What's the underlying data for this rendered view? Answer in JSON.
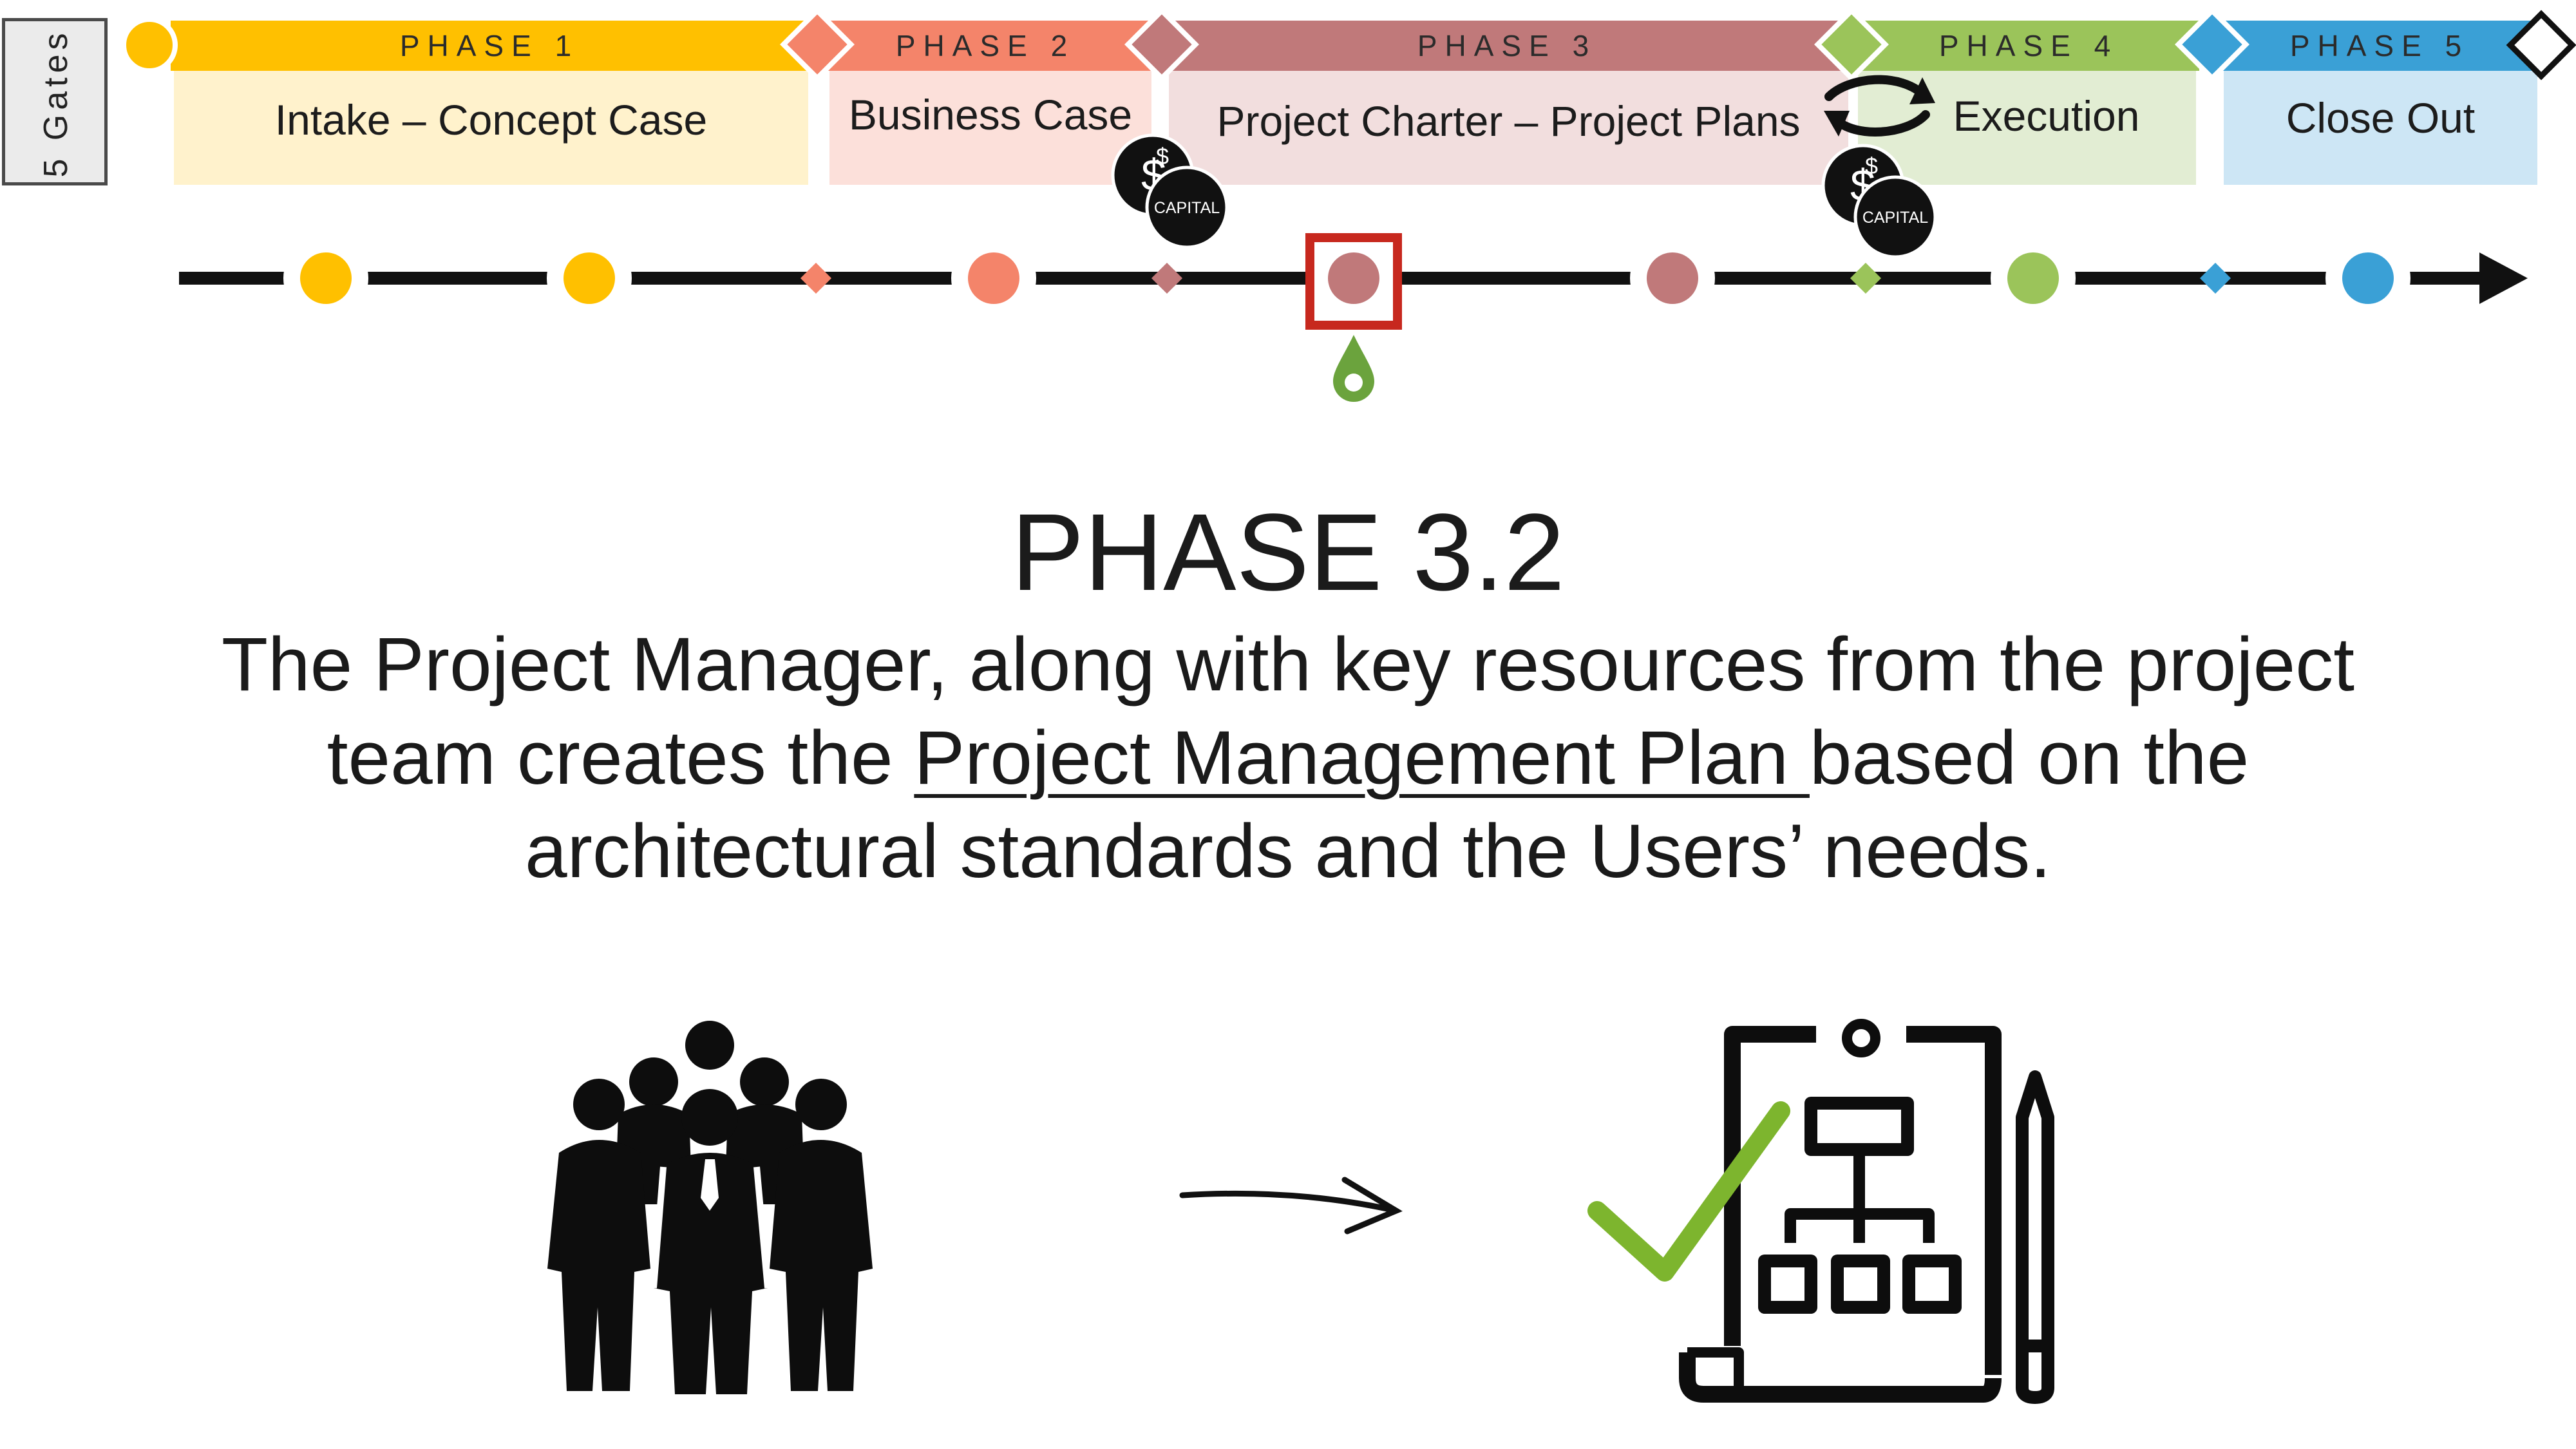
{
  "gates_label": "5 Gates",
  "phases": [
    {
      "band": "PHASE 1",
      "box": "Intake – Concept Case",
      "band_color": "#FFC000",
      "box_color": "#FFF2CC"
    },
    {
      "band": "PHASE 2",
      "box": "Business Case",
      "band_color": "#F4846A",
      "box_color": "#FCE0DA"
    },
    {
      "band": "PHASE 3",
      "box": "Project Charter – Project Plans",
      "band_color": "#C0797A",
      "box_color": "#F2DEDE"
    },
    {
      "band": "PHASE 4",
      "box": "Execution",
      "band_color": "#9BC45A",
      "box_color": "#E2EDD3"
    },
    {
      "band": "PHASE 5",
      "box": "Close Out",
      "band_color": "#3AA0D6",
      "box_color": "#CDE6F5"
    }
  ],
  "capital_badges": [
    "CAPITAL",
    "CAPITAL"
  ],
  "dollar_glyph": "$",
  "headline": "PHASE 3.2",
  "description": {
    "part1": "The Project Manager, along with key resources from the project team creates the ",
    "link": "Project Management Plan ",
    "part2": "based on the architectural standards and the Users’ needs."
  },
  "colors": {
    "timeline": "#111111",
    "highlight_border": "#C7281E",
    "marker_drop": "#6BA33D",
    "check": "#7DB52E",
    "icon": "#0d0d0d"
  },
  "icons": [
    "team-icon",
    "arrow-icon",
    "project-plan-clipboard-icon",
    "checkmark-icon",
    "pencil-icon",
    "location-marker-icon",
    "cycle-arrows-icon"
  ]
}
